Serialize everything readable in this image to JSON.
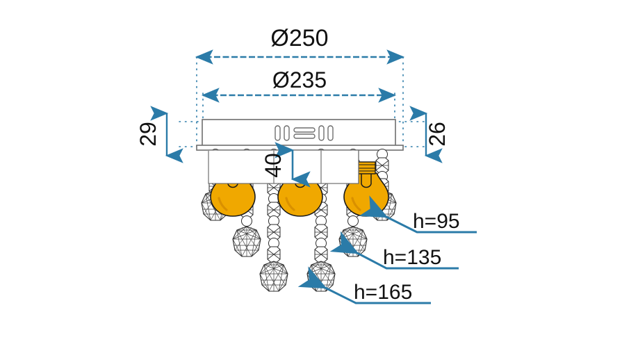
{
  "drawing": {
    "title": "Ceiling crystal light fixture - technical dimension drawing",
    "units": "mm",
    "colors": {
      "dimension_blue": "#2b7ba8",
      "outline_black": "#1a1a1a",
      "bulb_gold": "#f0a800",
      "bulb_gold_light": "#fbc531",
      "background": "#ffffff"
    }
  },
  "dimensions": {
    "outer_diameter": "Ø250",
    "inner_diameter": "Ø235",
    "left_height": "29",
    "right_height": "26",
    "bulb_gap": "40"
  },
  "callouts": [
    {
      "label": "h=95",
      "value": 95
    },
    {
      "label": "h=135",
      "value": 135
    },
    {
      "label": "h=165",
      "value": 165
    }
  ],
  "fixture": {
    "base_label": "ceiling-plate",
    "vent_slots": 5,
    "bulb_count": 3,
    "strand_count": 8,
    "strand_lengths": [
      95,
      135,
      165,
      165,
      165,
      165,
      135,
      95
    ]
  }
}
